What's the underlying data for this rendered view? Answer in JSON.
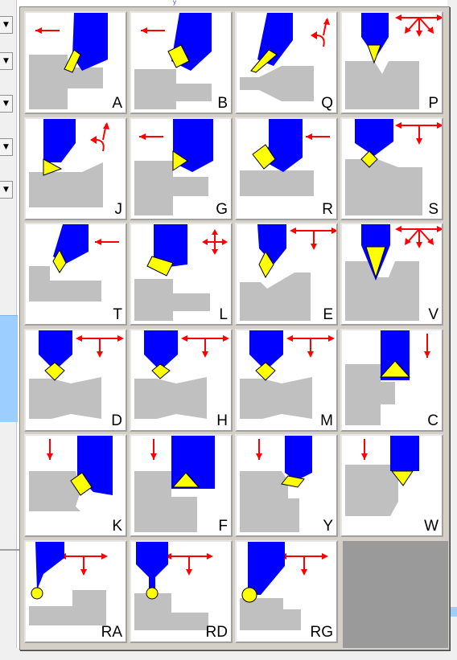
{
  "app": {
    "combo_arrow_glyph": "▼",
    "top_glyph": "y"
  },
  "palette": {
    "tools": [
      {
        "label": "A"
      },
      {
        "label": "B"
      },
      {
        "label": "Q"
      },
      {
        "label": "P"
      },
      {
        "label": "J"
      },
      {
        "label": "G"
      },
      {
        "label": "R"
      },
      {
        "label": "S"
      },
      {
        "label": "T"
      },
      {
        "label": "L"
      },
      {
        "label": "E"
      },
      {
        "label": "V"
      },
      {
        "label": "D"
      },
      {
        "label": "H"
      },
      {
        "label": "M"
      },
      {
        "label": "C"
      },
      {
        "label": "K"
      },
      {
        "label": "F"
      },
      {
        "label": "Y"
      },
      {
        "label": "W"
      },
      {
        "label": "RA"
      },
      {
        "label": "RD"
      },
      {
        "label": "RG"
      }
    ]
  },
  "colors": {
    "holder": "#0000ff",
    "insert": "#ffff00",
    "workpiece": "#c0c0c0",
    "arrow": "#ff0000"
  }
}
